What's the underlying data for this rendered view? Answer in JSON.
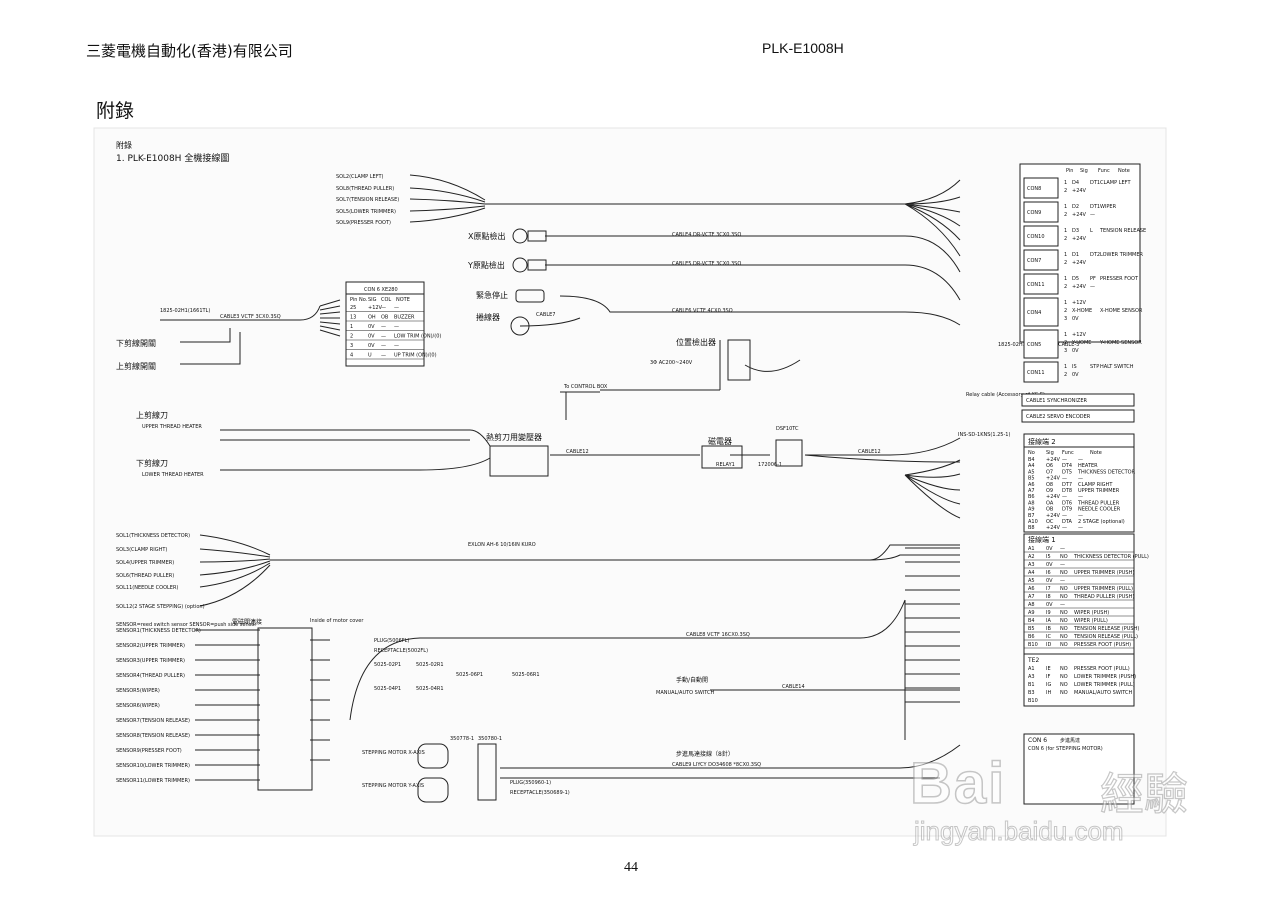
{
  "header": {
    "company": "三菱電機自動化(香港)有限公司",
    "model": "PLK-E1008H"
  },
  "appendix_label": "附錄",
  "page_number": "44",
  "diagram": {
    "heading": "附錄",
    "title": "1. PLK-E1008H 全機接線圖",
    "left_solenoids": [
      "SOL2(CLAMP LEFT)",
      "SOL8(THREAD PULLER)",
      "SOL7(TENSION RELEASE)",
      "SOL5(LOWER TRIMMER)",
      "SOL9(PRESSER FOOT)"
    ],
    "sensors": {
      "x_origin": "X原點檢出",
      "y_origin": "Y原點檢出",
      "emergency_stop": "緊急停止",
      "winder": "捲線器",
      "position_detector": "位置檢出器",
      "lower_thread_sw": "下剪線開關",
      "upper_thread_sw": "上剪線開關",
      "upper_knife": "上剪線刀",
      "lower_knife": "下剪線刀",
      "upper_heater": "UPPER THREAD HEATER",
      "lower_heater": "LOWER THREAD HEATER",
      "hot_knife_transformer": "熱剪刀用變壓器",
      "contactor": "磁電器",
      "manual_auto_sw": "手動/自動開",
      "manual_auto_en": "MANUAL/AUTO SWITCH",
      "solenoid_valve": "電磁閥連接",
      "voltage": "3Φ AC200~240V",
      "control_box": "To CONTROL BOX",
      "relay": "RELAY1",
      "dsf": "DSF10TC",
      "part_172006": "172006-1",
      "stepper_label": "步進馬達接線（8針）",
      "stepper_x": "STEPPING MOTOR X-AXIS",
      "stepper_y": "STEPPING MOTOR Y-AXIS",
      "ins_note": "INS-SD-1KNS(1.25-1)",
      "relay_cable": "Relay cable (Accessory of XC-E)",
      "to_cable3": "1825-02H1 (1661TL) to CABLE-3",
      "motor_cover": "Inside of motor cover",
      "plug1": "PLUG(5006FL)",
      "rec1": "RECEPTACLE(5002FL)",
      "plug2": "PLUG(350960-1)",
      "rec2": "RECEPTACLE(350689-1)",
      "conn_5025_02p1": "5025-02P1",
      "conn_5025_02r1": "5025-02R1",
      "conn_5025_06p1": "5025-06P1",
      "conn_5025_04p1": "5025-04P1",
      "conn_5025_04r1": "5025-04R1",
      "conn_5025_06r1": "5025-06R1",
      "p350778": "350778-1",
      "p350780": "350780-1",
      "power_1825": "1825-02H1(1661TL)"
    },
    "cables": [
      "CABLE4  DR-VCTF 3CX0.3SQ",
      "CABLE5  DR-VCTF 3CX0.3SQ",
      "CABLE6  VCTF 4CX0.3SQ",
      "CABLE3  VCTF 3CX0.3SQ",
      "CABLE7",
      "CABLE12",
      "CABLE12",
      "EXLON AH-6  10/16IN KURO",
      "CABLE8  VCTF 16CX0.3SQ",
      "CABLE14",
      "CABLE9  LIYCY DO34608 *8CX0.3SQ"
    ],
    "cn6_table": {
      "title": "CON 6  XE280",
      "headers": [
        "Pin No.",
        "SIG",
        "COL",
        "NOTE"
      ],
      "rows": [
        [
          "25",
          "+12V",
          "—",
          "—"
        ],
        [
          "13",
          "OH",
          "OB",
          "BUZZER"
        ],
        [
          "1",
          "0V",
          "—",
          "—"
        ],
        [
          "2",
          "0V",
          "—",
          "LOW TRIM (ON)/(0)"
        ],
        [
          "3",
          "0V",
          "—",
          "—"
        ],
        [
          "4",
          "U",
          "—",
          "UP TRIM (ON)/(0)"
        ]
      ]
    },
    "con_blocks": [
      {
        "name": "CON8",
        "rows": [
          [
            "1",
            "D4",
            "DT1",
            "CLAMP LEFT"
          ],
          [
            "2",
            "+24V",
            "",
            ""
          ]
        ]
      },
      {
        "name": "CON9",
        "rows": [
          [
            "1",
            "D2",
            "DT1",
            "WIPER"
          ],
          [
            "2",
            "+24V",
            "—",
            ""
          ]
        ]
      },
      {
        "name": "CON10",
        "rows": [
          [
            "1",
            "D3",
            "L",
            "TENSION RELEASE"
          ],
          [
            "2",
            "+24V",
            "",
            ""
          ]
        ]
      },
      {
        "name": "CON7",
        "rows": [
          [
            "1",
            "D1",
            "DT2",
            "LOWER TRIMMER"
          ],
          [
            "2",
            "+24V",
            "",
            ""
          ]
        ]
      },
      {
        "name": "CON11",
        "rows": [
          [
            "1",
            "D5",
            "PF",
            "PRESSER FOOT"
          ],
          [
            "2",
            "+24V",
            "—",
            ""
          ]
        ]
      },
      {
        "name": "CON4",
        "rows": [
          [
            "1",
            "+12V",
            "",
            ""
          ],
          [
            "2",
            "X-HOME",
            "",
            "X-HOME SENSOR"
          ],
          [
            "3",
            "0V",
            "",
            ""
          ]
        ]
      },
      {
        "name": "CON5",
        "rows": [
          [
            "1",
            "+12V",
            "",
            ""
          ],
          [
            "2",
            "Y-HOME",
            "",
            "Y-HOME SENSOR"
          ],
          [
            "3",
            "0V",
            "",
            ""
          ]
        ]
      },
      {
        "name": "CON11",
        "rows": [
          [
            "1",
            "IS",
            "STP",
            "HALT SWITCH"
          ],
          [
            "2",
            "0V",
            "",
            ""
          ]
        ]
      }
    ],
    "con_header": [
      "Pin",
      "Sig",
      "Func",
      "Note"
    ],
    "cable1_synchro": "CABLE1  SYNCHRONIZER",
    "cable2_encoder": "CABLE2  SERVO ENCODER",
    "tb2": {
      "title": "接線端 2",
      "headers": [
        "No",
        "Sig",
        "Func",
        "Note"
      ],
      "rows": [
        [
          "B4",
          "+24V",
          "—",
          "—"
        ],
        [
          "A4",
          "O6",
          "DT4",
          "HEATER"
        ],
        [
          "A5",
          "O7",
          "DT5",
          "THICKNESS DETECTOR"
        ],
        [
          "B5",
          "+24V",
          "—",
          "—"
        ],
        [
          "A6",
          "O8",
          "DT7",
          "CLAMP RIGHT"
        ],
        [
          "A7",
          "O9",
          "DT8",
          "UPPER TRIMMER"
        ],
        [
          "B6",
          "+24V",
          "—",
          "—"
        ],
        [
          "A8",
          "OA",
          "DT6",
          "THREAD PULLER"
        ],
        [
          "A9",
          "OB",
          "DT9",
          "NEEDLE COOLER"
        ],
        [
          "B7",
          "+24V",
          "—",
          "—"
        ],
        [
          "A10",
          "OC",
          "DTA",
          "2 STAGE (optional)"
        ],
        [
          "B8",
          "+24V",
          "—",
          "—"
        ]
      ]
    },
    "tb1": {
      "title": "接線端 1",
      "rows": [
        [
          "A1",
          "0V",
          "—",
          ""
        ],
        [
          "A2",
          "I5",
          "NO",
          "THICKNESS DETECTOR (PULL)"
        ],
        [
          "A3",
          "0V",
          "—",
          ""
        ],
        [
          "A4",
          "I6",
          "NO",
          "UPPER TRIMMER (PUSH)"
        ],
        [
          "A5",
          "0V",
          "—",
          ""
        ],
        [
          "A6",
          "I7",
          "NO",
          "UPPER TRIMMER (PULL)"
        ],
        [
          "A7",
          "I8",
          "NO",
          "THREAD PULLER (PUSH)"
        ],
        [
          "A8",
          "0V",
          "—",
          ""
        ],
        [
          "A9",
          "I9",
          "NO",
          "WIPER (PUSH)"
        ],
        [
          "B4",
          "IA",
          "NO",
          "WIPER (PULL)"
        ],
        [
          "B5",
          "IB",
          "NO",
          "TENSION RELEASE (PUSH)"
        ],
        [
          "B6",
          "IC",
          "NO",
          "TENSION RELEASE (PULL)"
        ],
        [
          "B10",
          "ID",
          "NO",
          "PRESSER FOOT (PUSH)"
        ]
      ]
    },
    "te2": {
      "title": "TE2",
      "rows": [
        [
          "A1",
          "IE",
          "NO",
          "PRESSER FOOT (PULL)"
        ],
        [
          "A3",
          "IF",
          "NO",
          "LOWER TRIMMER (PUSH)"
        ],
        [
          "B1",
          "IG",
          "NO",
          "LOWER TRIMMER (PULL)"
        ],
        [
          "B3",
          "IH",
          "NO",
          "MANUAL/AUTO SWITCH"
        ],
        [
          "B10",
          "",
          "",
          ""
        ]
      ]
    },
    "con6_stepper": {
      "title": "CON 6",
      "note": "步進馬達",
      "sub": "CON 6 (for STEPPING MOTOR)"
    },
    "left_lower_solenoids": [
      "SOL1(THICKNESS DETECTOR)",
      "SOL3(CLAMP RIGHT)",
      "SOL4(UPPER TRIMMER)",
      "SOL6(THREAD PULLER)",
      "SOL11(NEEDLE COOLER)",
      "SOL12(2 STAGE STEPPING) (option)"
    ],
    "air_sensors": [
      "SENSOR1(THICKNESS DETECTOR)",
      "SENSOR2(UPPER TRIMMER)",
      "SENSOR3(UPPER TRIMMER)",
      "SENSOR4(THREAD PULLER)",
      "SENSOR5(WIPER)",
      "SENSOR6(WIPER)",
      "SENSOR7(TENSION RELEASE)",
      "SENSOR8(TENSION RELEASE)",
      "SENSOR9(PRESSER FOOT)",
      "SENSOR10(LOWER TRIMMER)",
      "SENSOR11(LOWER TRIMMER)"
    ],
    "air_sensor_head": "SENSOR=reed switch sensor  SENSOR=push side sensor"
  },
  "watermark": {
    "main": "Bai",
    "cjk": "經驗",
    "sub": "jingyan.baidu.com"
  }
}
